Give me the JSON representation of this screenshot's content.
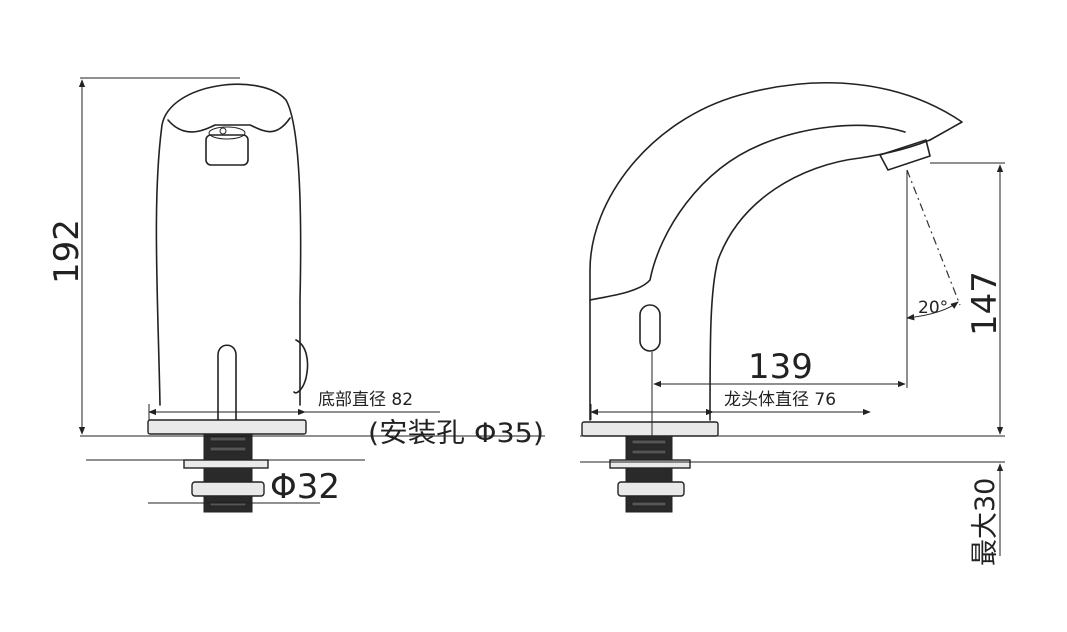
{
  "dimensions": {
    "front_height": "192",
    "base_diameter": "底部直径 82",
    "mount_hole": "(安装孔 Φ35)",
    "shank_diameter": "Φ32",
    "reach": "139",
    "body_diameter": "龙头体直径 76",
    "spout_height": "147",
    "angle": "20°",
    "max_thickness": "最大30"
  }
}
